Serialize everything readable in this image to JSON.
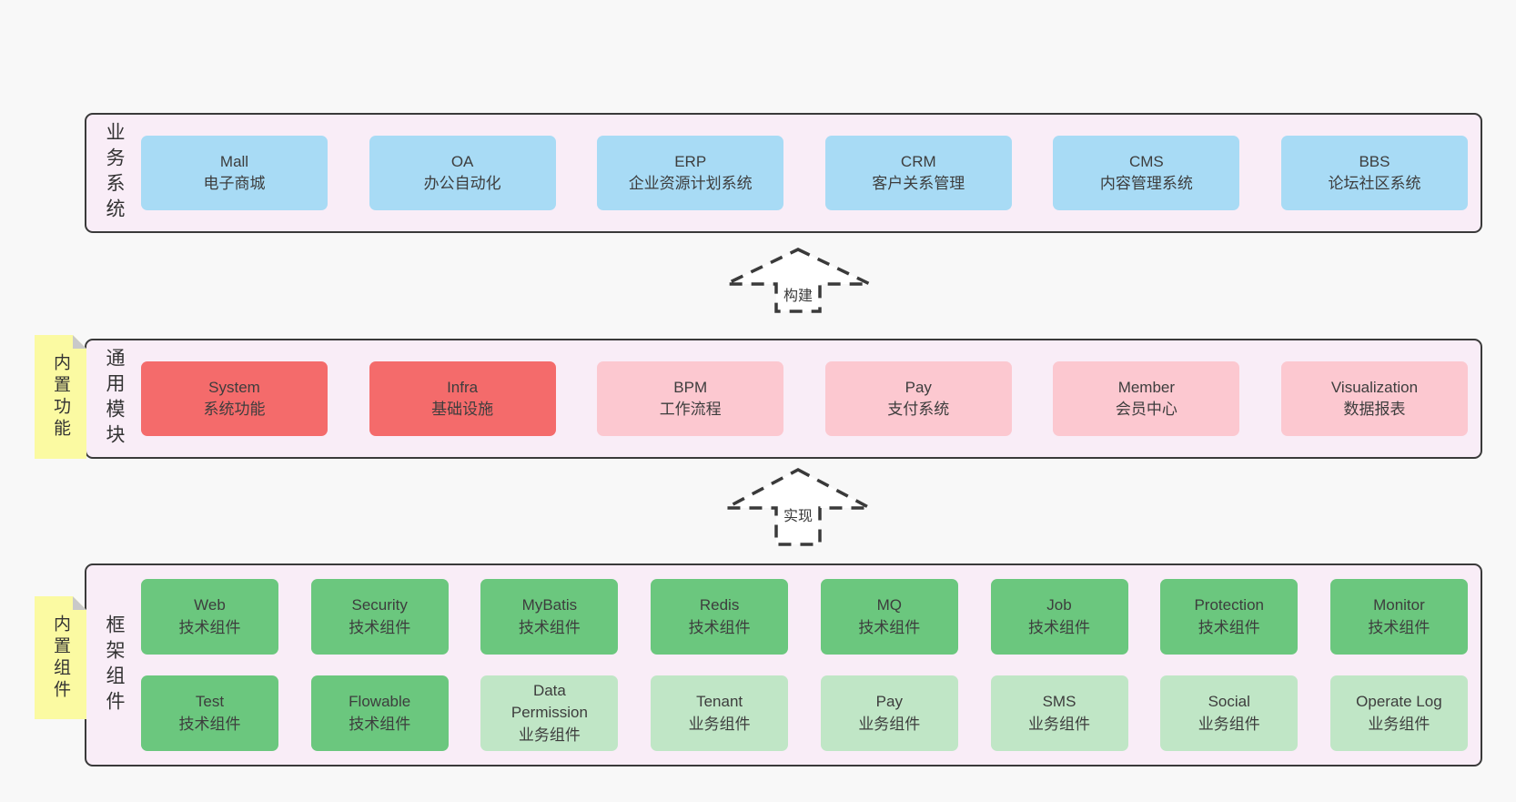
{
  "diagram": {
    "layers": [
      {
        "label": "业务系统",
        "rows": [
          [
            {
              "name": "Mall",
              "subtitle": "电子商城",
              "color": "#a8dbf5"
            },
            {
              "name": "OA",
              "subtitle": "办公自动化",
              "color": "#a8dbf5"
            },
            {
              "name": "ERP",
              "subtitle": "企业资源计划系统",
              "color": "#a8dbf5"
            },
            {
              "name": "CRM",
              "subtitle": "客户关系管理",
              "color": "#a8dbf5"
            },
            {
              "name": "CMS",
              "subtitle": "内容管理系统",
              "color": "#a8dbf5"
            },
            {
              "name": "BBS",
              "subtitle": "论坛社区系统",
              "color": "#a8dbf5"
            }
          ]
        ]
      },
      {
        "label": "通用模块",
        "sticky": "内置功能",
        "rows": [
          [
            {
              "name": "System",
              "subtitle": "系统功能",
              "color": "#f46b6b"
            },
            {
              "name": "Infra",
              "subtitle": "基础设施",
              "color": "#f46b6b"
            },
            {
              "name": "BPM",
              "subtitle": "工作流程",
              "color": "#fcc8d0"
            },
            {
              "name": "Pay",
              "subtitle": "支付系统",
              "color": "#fcc8d0"
            },
            {
              "name": "Member",
              "subtitle": "会员中心",
              "color": "#fcc8d0"
            },
            {
              "name": "Visualization",
              "subtitle": "数据报表",
              "color": "#fcc8d0"
            }
          ]
        ]
      },
      {
        "label": "框架组件",
        "sticky": "内置组件",
        "rows": [
          [
            {
              "name": "Web",
              "subtitle": "技术组件",
              "color": "#6bc77e"
            },
            {
              "name": "Security",
              "subtitle": "技术组件",
              "color": "#6bc77e"
            },
            {
              "name": "MyBatis",
              "subtitle": "技术组件",
              "color": "#6bc77e"
            },
            {
              "name": "Redis",
              "subtitle": "技术组件",
              "color": "#6bc77e"
            },
            {
              "name": "MQ",
              "subtitle": "技术组件",
              "color": "#6bc77e"
            },
            {
              "name": "Job",
              "subtitle": "技术组件",
              "color": "#6bc77e"
            },
            {
              "name": "Protection",
              "subtitle": "技术组件",
              "color": "#6bc77e"
            },
            {
              "name": "Monitor",
              "subtitle": "技术组件",
              "color": "#6bc77e"
            }
          ],
          [
            {
              "name": "Test",
              "subtitle": "技术组件",
              "color": "#6bc77e"
            },
            {
              "name": "Flowable",
              "subtitle": "技术组件",
              "color": "#6bc77e"
            },
            {
              "name": "Data\nPermission",
              "subtitle": "业务组件",
              "color": "#c0e6c6"
            },
            {
              "name": "Tenant",
              "subtitle": "业务组件",
              "color": "#c0e6c6"
            },
            {
              "name": "Pay",
              "subtitle": "业务组件",
              "color": "#c0e6c6"
            },
            {
              "name": "SMS",
              "subtitle": "业务组件",
              "color": "#c0e6c6"
            },
            {
              "name": "Social",
              "subtitle": "业务组件",
              "color": "#c0e6c6"
            },
            {
              "name": "Operate Log",
              "subtitle": "业务组件",
              "color": "#c0e6c6"
            }
          ]
        ]
      }
    ],
    "arrows": [
      {
        "label": "构建"
      },
      {
        "label": "实现"
      }
    ],
    "palette": {
      "blue": "#a8dbf5",
      "red": "#f46b6b",
      "pink": "#fcc8d0",
      "green": "#6bc77e",
      "light_green": "#c0e6c6",
      "sticky_yellow": "#fbfaa2",
      "container_bg": "#f9edf7",
      "border": "#3a3a3a",
      "page_bg": "#f8f8f8",
      "text": "#3d3d3d"
    }
  }
}
